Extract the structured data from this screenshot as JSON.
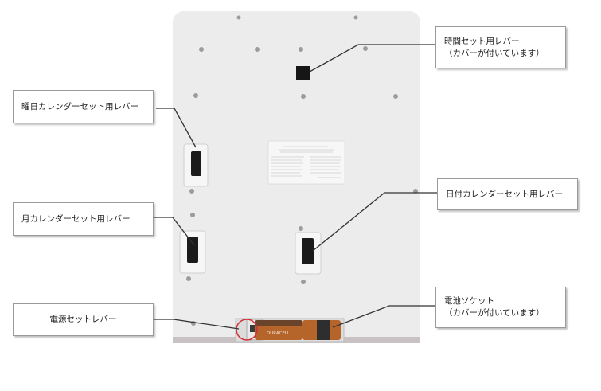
{
  "callouts": {
    "time_lever": {
      "line1": "時間セット用レバー",
      "line2": "（カバーが付いています）"
    },
    "weekday_lever": {
      "label": "曜日カレンダーセット用レバー"
    },
    "date_lever": {
      "label": "日付カレンダーセット用レバー"
    },
    "month_lever": {
      "label": "月カレンダーセット用レバー"
    },
    "power_lever": {
      "label": "電源セットレバー"
    },
    "battery_socket": {
      "line1": "電池ソケット",
      "line2": "（カバーが付いています）"
    }
  },
  "battery": {
    "brand": "DURACELL"
  },
  "colors": {
    "panel": "#ececec",
    "leader_line": "#333333",
    "highlight_circle": "#d0303a",
    "battery_copper": "#b5652a"
  }
}
